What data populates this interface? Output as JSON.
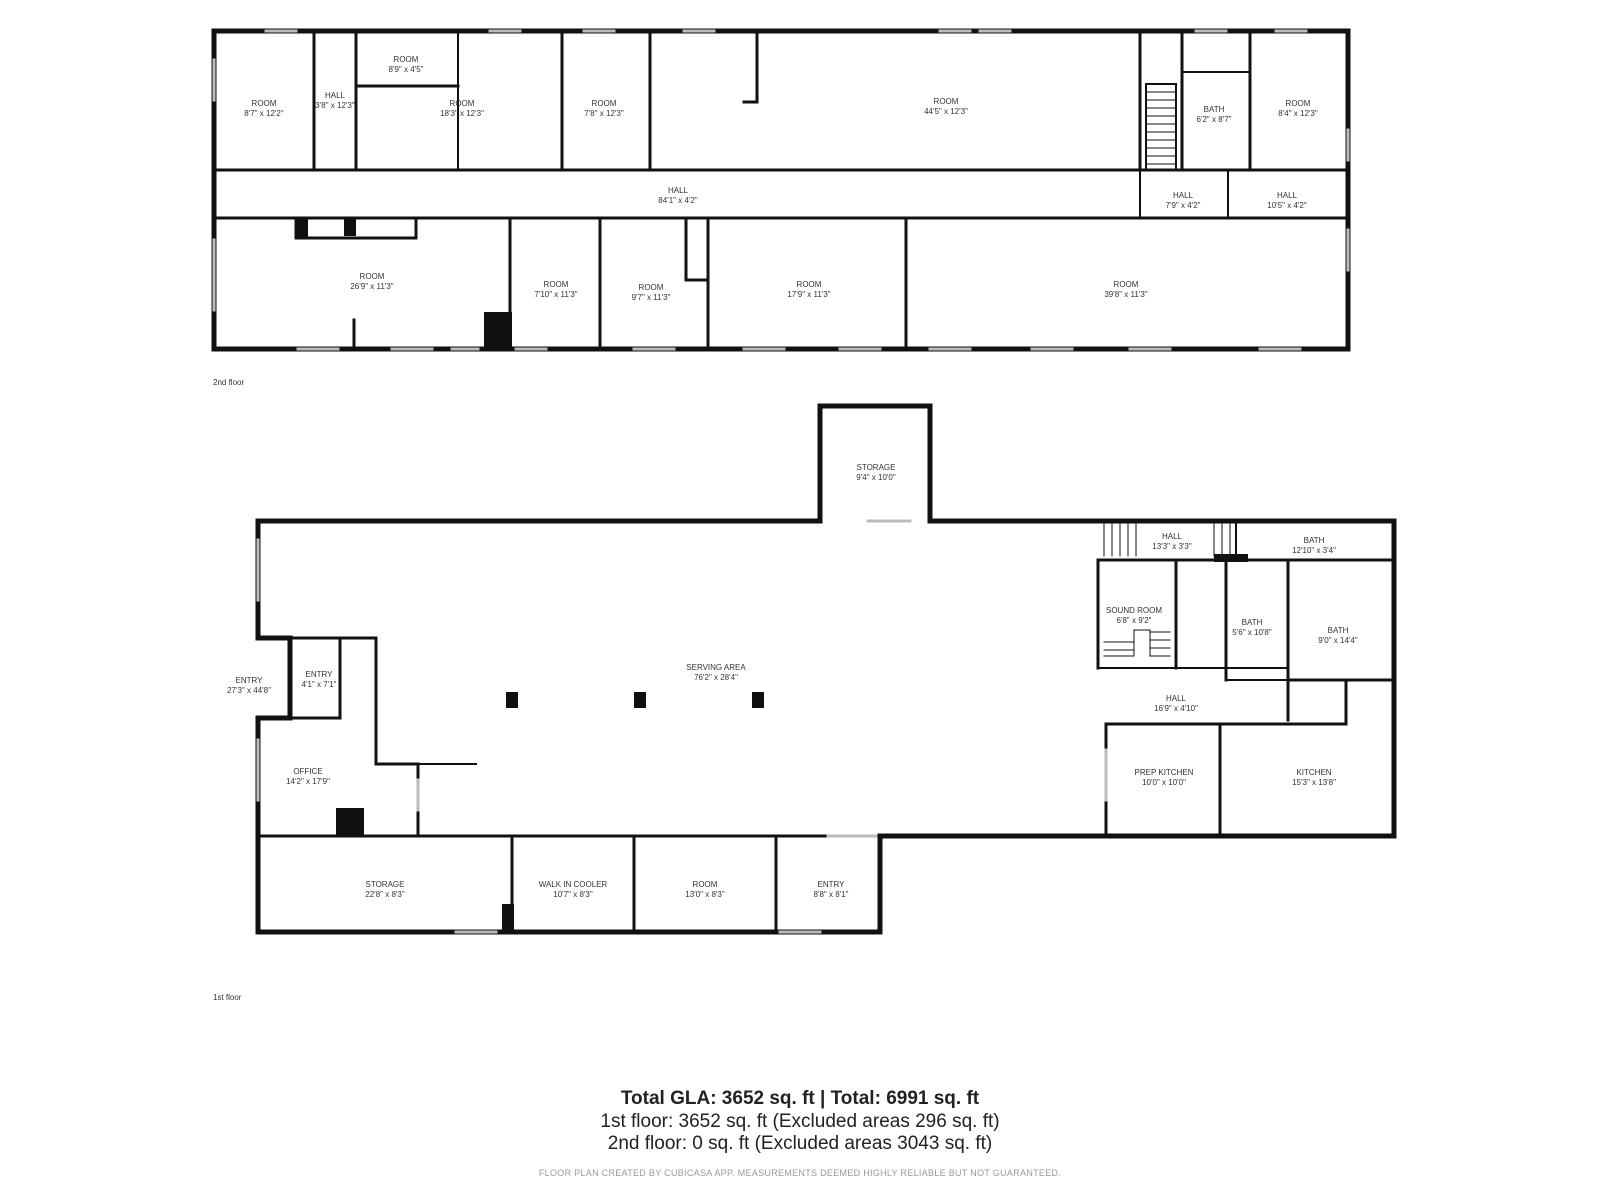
{
  "floors": [
    {
      "label": "2nd floor",
      "rooms": [
        {
          "name": "ROOM",
          "dims": "8'7\" x 12'2\""
        },
        {
          "name": "HALL",
          "dims": "3'8\" x 12'3\""
        },
        {
          "name": "ROOM",
          "dims": "8'9\" x 4'5\""
        },
        {
          "name": "ROOM",
          "dims": "18'3\" x 12'3\""
        },
        {
          "name": "ROOM",
          "dims": "7'8\" x 12'3\""
        },
        {
          "name": "ROOM",
          "dims": "44'5\" x 12'3\""
        },
        {
          "name": "BATH",
          "dims": "6'2\" x 8'7\""
        },
        {
          "name": "ROOM",
          "dims": "8'4\" x 12'3\""
        },
        {
          "name": "HALL",
          "dims": "84'1\" x 4'2\""
        },
        {
          "name": "HALL",
          "dims": "7'9\" x 4'2\""
        },
        {
          "name": "HALL",
          "dims": "10'5\" x 4'2\""
        },
        {
          "name": "ROOM",
          "dims": "26'9\" x 11'3\""
        },
        {
          "name": "ROOM",
          "dims": "7'10\" x 11'3\""
        },
        {
          "name": "ROOM",
          "dims": "9'7\" x 11'3\""
        },
        {
          "name": "ROOM",
          "dims": "17'9\" x 11'3\""
        },
        {
          "name": "ROOM",
          "dims": "39'8\" x 11'3\""
        }
      ]
    },
    {
      "label": "1st floor",
      "rooms": [
        {
          "name": "STORAGE",
          "dims": "9'4\" x 10'0\""
        },
        {
          "name": "HALL",
          "dims": "13'3\" x 3'3\""
        },
        {
          "name": "BATH",
          "dims": "12'10\" x 3'4\""
        },
        {
          "name": "SOUND ROOM",
          "dims": "6'8\" x 9'2\""
        },
        {
          "name": "BATH",
          "dims": "5'6\" x 10'8\""
        },
        {
          "name": "BATH",
          "dims": "9'0\" x 14'4\""
        },
        {
          "name": "SERVING AREA",
          "dims": "76'2\" x 28'4\""
        },
        {
          "name": "ENTRY",
          "dims": "27'3\" x 44'8\""
        },
        {
          "name": "ENTRY",
          "dims": "4'1\" x 7'1\""
        },
        {
          "name": "HALL",
          "dims": "16'9\" x 4'10\""
        },
        {
          "name": "OFFICE",
          "dims": "14'2\" x 17'9\""
        },
        {
          "name": "PREP KITCHEN",
          "dims": "10'0\" x 10'0\""
        },
        {
          "name": "KITCHEN",
          "dims": "15'3\" x 13'8\""
        },
        {
          "name": "STORAGE",
          "dims": "22'8\" x 8'3\""
        },
        {
          "name": "WALK IN COOLER",
          "dims": "10'7\" x 8'3\""
        },
        {
          "name": "ROOM",
          "dims": "13'0\" x 8'3\""
        },
        {
          "name": "ENTRY",
          "dims": "8'8\" x 8'1\""
        }
      ]
    }
  ],
  "summary": {
    "total": "Total GLA: 3652 sq. ft | Total: 6991 sq. ft",
    "floor1": "1st floor: 3652 sq. ft (Excluded areas 296 sq. ft)",
    "floor2": "2nd floor: 0 sq. ft (Excluded areas 3043 sq. ft)"
  },
  "credit": "FLOOR PLAN CREATED BY CUBICASA APP. MEASUREMENTS DEEMED HIGHLY RELIABLE BUT NOT GUARANTEED."
}
